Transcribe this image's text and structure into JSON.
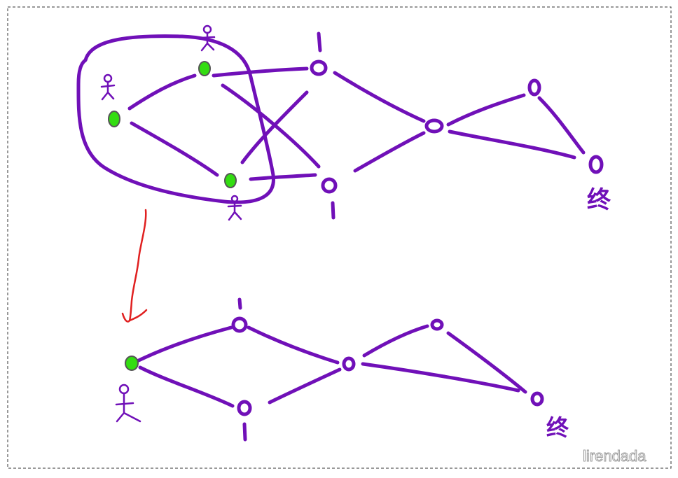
{
  "diagram": {
    "top_labels": {
      "node_top": "1",
      "node_bottom": "1",
      "end": "终"
    },
    "bottom_labels": {
      "node_top": "1",
      "node_bottom": "1",
      "end": "终"
    },
    "watermark": "lirendada",
    "colors": {
      "stroke": "#7010b8",
      "person": "#7010b8",
      "start_fill": "#33dd11",
      "arrow": "#e02020",
      "frame": "#333333"
    }
  }
}
